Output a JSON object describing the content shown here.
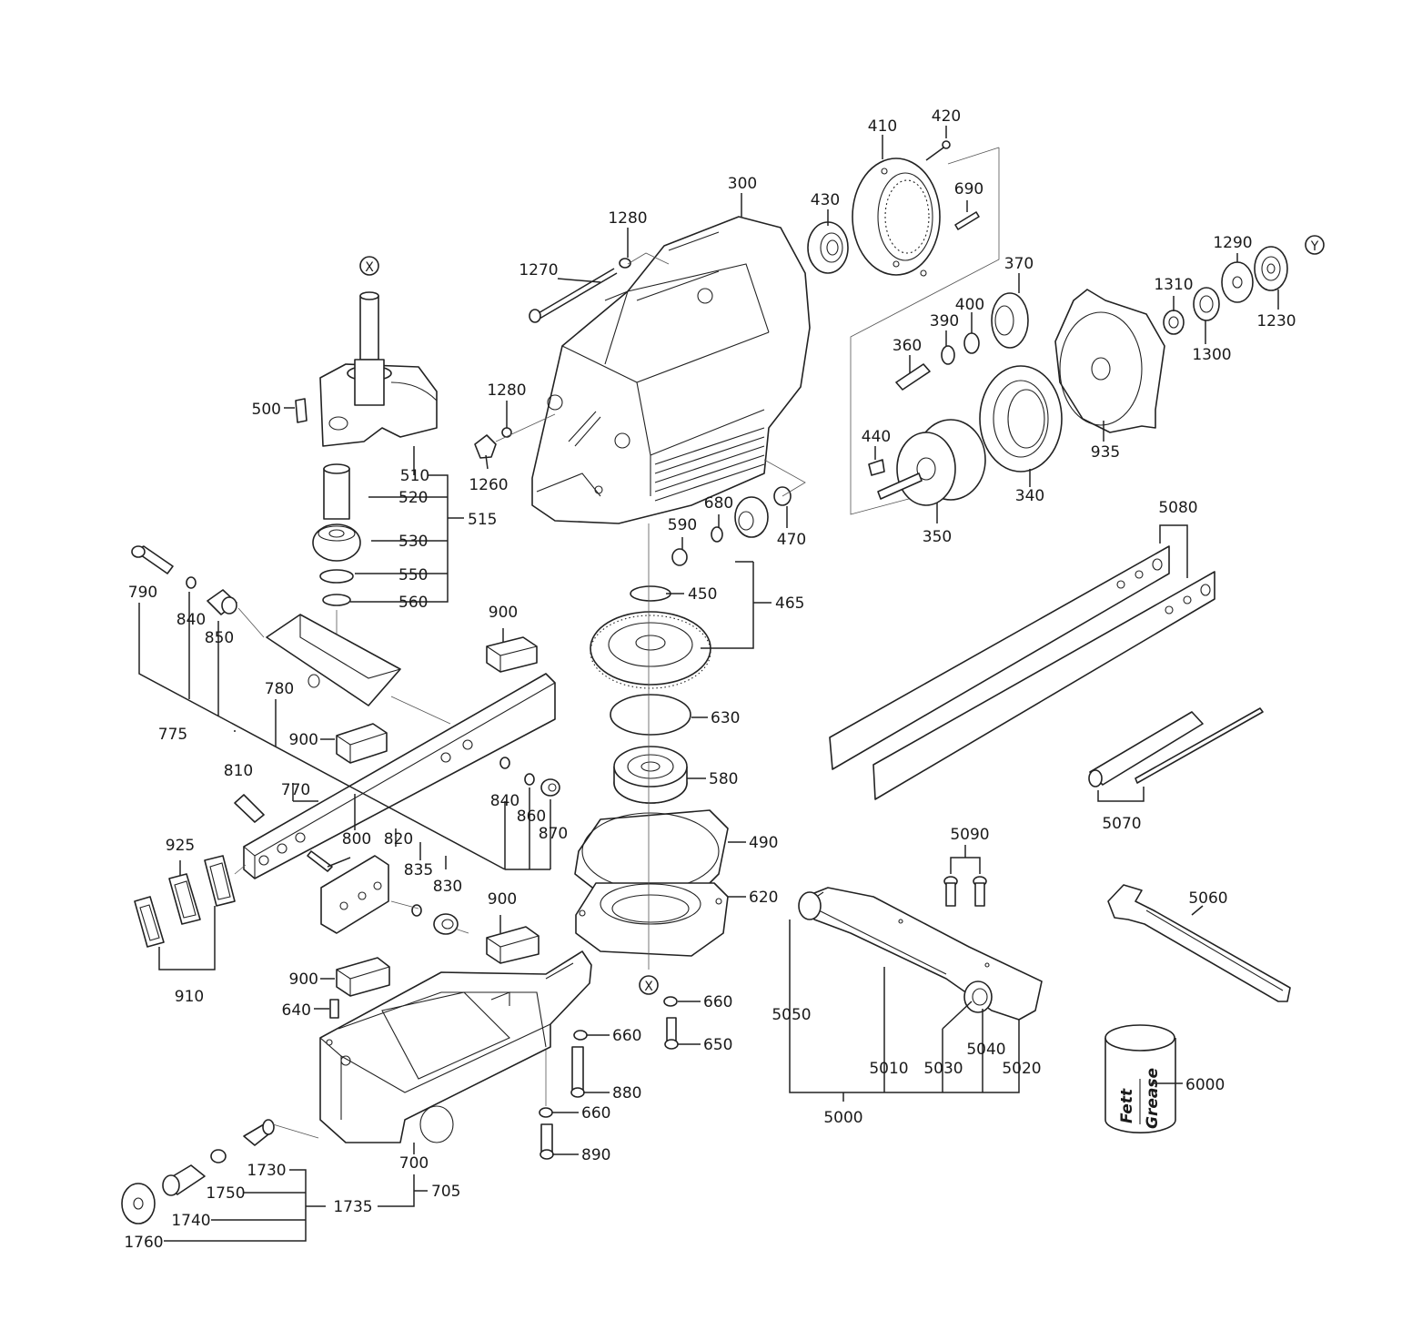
{
  "labels": {
    "l300": "300",
    "l410": "410",
    "l420": "420",
    "l430": "430",
    "l690": "690",
    "l1280a": "1280",
    "l1270": "1270",
    "l1280b": "1280",
    "l1260": "1260",
    "lX1": "X",
    "lX2": "X",
    "lY": "Y",
    "l500": "500",
    "l510": "510",
    "l515": "515",
    "l520": "520",
    "l530": "530",
    "l550": "550",
    "l560": "560",
    "l370": "370",
    "l390": "390",
    "l400": "400",
    "l360": "360",
    "l440": "440",
    "l350": "350",
    "l340": "340",
    "l935": "935",
    "l1290": "1290",
    "l1310": "1310",
    "l1230": "1230",
    "l1300": "1300",
    "l680": "680",
    "l590": "590",
    "l470": "470",
    "l450": "450",
    "l465": "465",
    "l630": "630",
    "l580": "580",
    "l490": "490",
    "l620": "620",
    "l660a": "660",
    "l650": "650",
    "l660b": "660",
    "l880": "880",
    "l660c": "660",
    "l890": "890",
    "l790": "790",
    "l840a": "840",
    "l850": "850",
    "l780": "780",
    "l775": "775",
    "l810": "810",
    "l770": "770",
    "l800": "800",
    "l820": "820",
    "l835": "835",
    "l830": "830",
    "l900a": "900",
    "l900b": "900",
    "l900c": "900",
    "l900d": "900",
    "l840b": "840",
    "l860": "860",
    "l870": "870",
    "l925": "925",
    "l910": "910",
    "l640": "640",
    "l700": "700",
    "l705": "705",
    "l1730": "1730",
    "l1750": "1750",
    "l1735": "1735",
    "l1740": "1740",
    "l1760": "1760",
    "l5080": "5080",
    "l5070": "5070",
    "l5090": "5090",
    "l5060": "5060",
    "l5050": "5050",
    "l5010": "5010",
    "l5030": "5030",
    "l5040": "5040",
    "l5020": "5020",
    "l5000": "5000",
    "l6000": "6000"
  },
  "grease_can": {
    "line1": "Fett",
    "line2": "Grease"
  }
}
